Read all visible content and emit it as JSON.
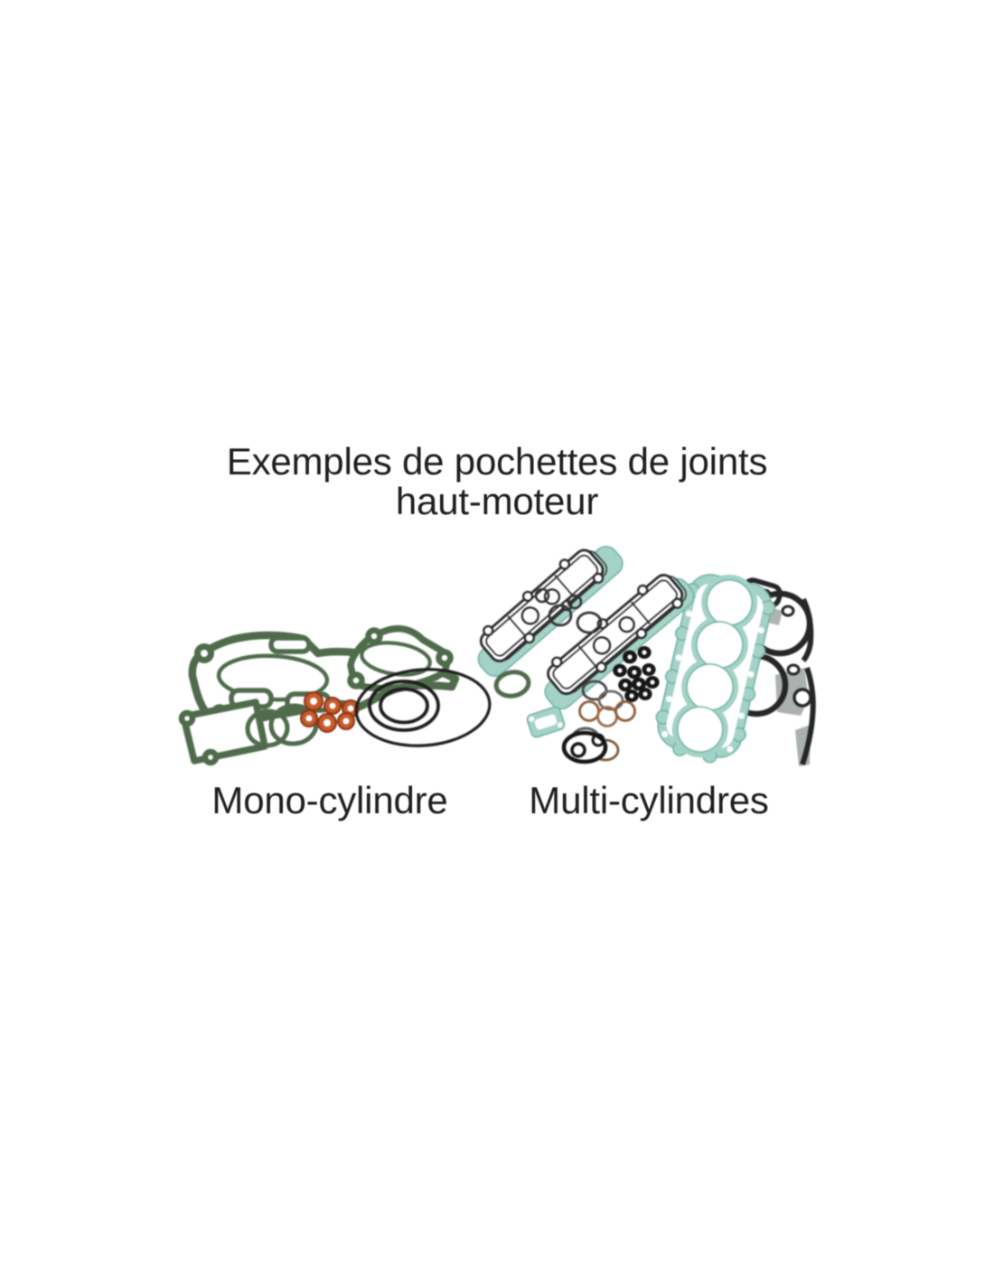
{
  "title": {
    "line1": "Exemples de pochettes de joints",
    "line2": "haut-moteur"
  },
  "groups": {
    "mono": {
      "label": "Mono-cylindre"
    },
    "multi": {
      "label": "Multi-cylindres"
    }
  },
  "illustration": {
    "description": "Photo montage of engine top-end gasket kits",
    "mono_parts": [
      "cylinder-base-gasket",
      "clutch-cover-gasket",
      "side-cover-gasket",
      "o-ring-pair",
      "copper-washers",
      "large-o-ring-seals",
      "small-oval-gasket"
    ],
    "multi_parts": [
      "valve-cover-gasket-1",
      "valve-cover-gasket-2",
      "teal-backing-gaskets",
      "valve-stem-seal-set",
      "copper-sealing-rings",
      "small-rect-gasket",
      "oil-seal-with-holes",
      "four-cylinder-head-gasket-teal",
      "four-cylinder-head-gasket-black"
    ],
    "colors": {
      "gasket_green": "#4f6b4c",
      "gasket_teal": "#a4d2c6",
      "copper_orange": "#c85a2c",
      "rubber_black": "#262626",
      "metal_gray": "#abb1af"
    }
  }
}
